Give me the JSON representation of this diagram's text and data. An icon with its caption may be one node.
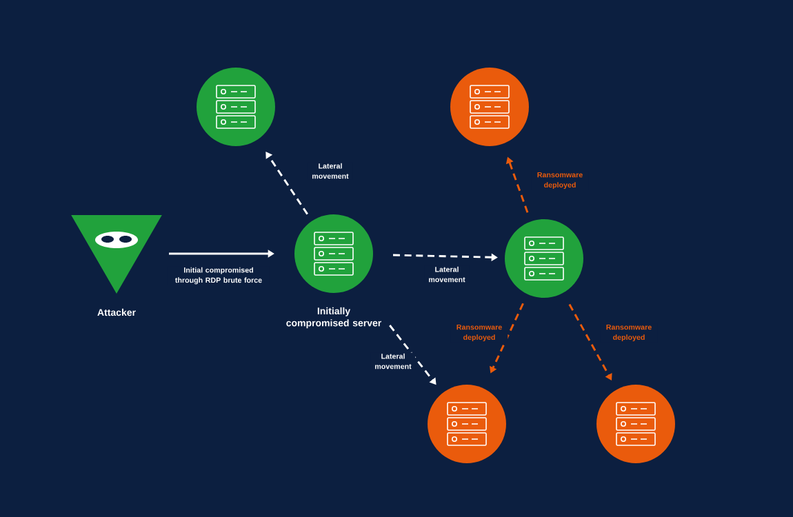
{
  "diagram": {
    "nodes": [
      {
        "text": [],
        "shape": "triangle",
        "beside": [
          "Attacker"
        ]
      },
      {
        "text": [],
        "shape": "circle",
        "beside": [
          "Initially compromised server"
        ]
      },
      {
        "text": [],
        "shape": "circle"
      },
      {
        "text": [],
        "shape": "circle"
      },
      {
        "text": [],
        "shape": "circle"
      },
      {
        "text": [],
        "shape": "circle"
      },
      {
        "text": [],
        "shape": "circle"
      }
    ],
    "edges": [
      {
        "from": 0,
        "to": 1,
        "arrow": "to",
        "label": "Initial compromised through RDP brute force"
      },
      {
        "from": 1,
        "to": 2,
        "arrow": "to",
        "label": "Lateral movement",
        "style": "dashed"
      },
      {
        "from": 1,
        "to": 3,
        "arrow": "to",
        "label": "Lateral movement",
        "style": "dashed"
      },
      {
        "from": 1,
        "to": 5,
        "arrow": "to",
        "label": "Lateral movement",
        "style": "dashed"
      },
      {
        "from": 3,
        "to": 4,
        "arrow": "to",
        "label": "Ransomware deployed",
        "style": "dashed",
        "color": "#ea5b0c"
      },
      {
        "from": 3,
        "to": 5,
        "arrow": "to",
        "label": "Ransomware deployed",
        "style": "dashed",
        "color": "#ea5b0c"
      },
      {
        "from": 3,
        "to": 6,
        "arrow": "to",
        "label": "Ransomware deployed",
        "style": "dashed",
        "color": "#ea5b0c"
      }
    ]
  }
}
